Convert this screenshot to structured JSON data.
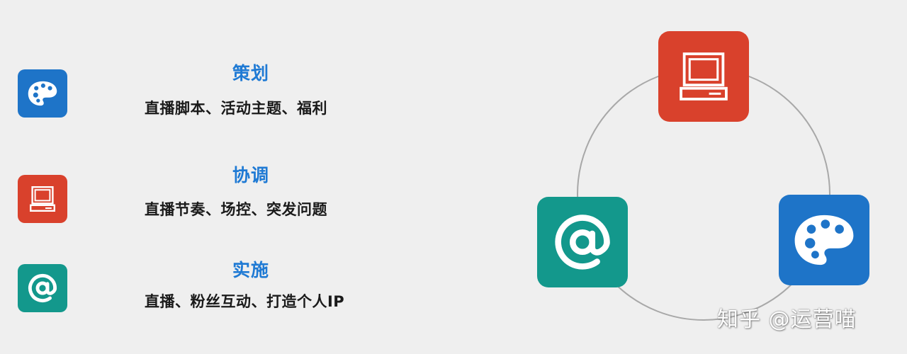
{
  "items": [
    {
      "title": "策划",
      "description": "直播脚本、活动主题、福利",
      "icon": "palette-icon",
      "color": "#1e74c8"
    },
    {
      "title": "协调",
      "description": "直播节奏、场控、突发问题",
      "icon": "computer-icon",
      "color": "#d9412c"
    },
    {
      "title": "实施",
      "description": "直播、粉丝互动、打造个人IP",
      "icon": "at-sign-icon",
      "color": "#13988c"
    }
  ],
  "cycle": {
    "nodes": [
      {
        "icon": "computer-icon",
        "color": "#d9412c"
      },
      {
        "icon": "palette-icon",
        "color": "#1e74c8"
      },
      {
        "icon": "at-sign-icon",
        "color": "#13988c"
      }
    ]
  },
  "watermark": "知乎 @运营喵"
}
